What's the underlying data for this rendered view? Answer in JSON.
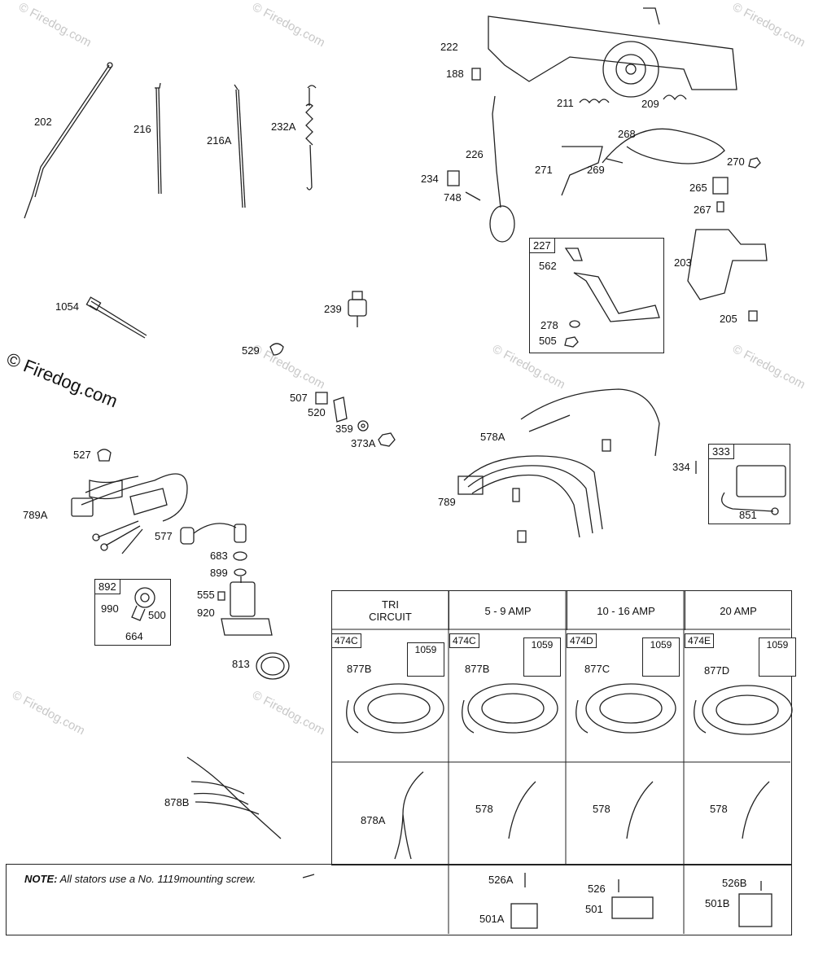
{
  "watermark": {
    "small": "© Firedog.com",
    "large": "© Firedog.com"
  },
  "parts": {
    "p202": "202",
    "p216": "216",
    "p216A": "216A",
    "p232A": "232A",
    "p1054": "1054",
    "p239": "239",
    "p529": "529",
    "p507": "507",
    "p520": "520",
    "p359": "359",
    "p373A": "373A",
    "p527": "527",
    "p789A": "789A",
    "p577": "577",
    "p683": "683",
    "p899": "899",
    "p555": "555",
    "p920": "920",
    "p813": "813",
    "p878B": "878B",
    "p892": "892",
    "p990": "990",
    "p500": "500",
    "p664": "664",
    "p222": "222",
    "p188": "188",
    "p211": "211",
    "p209": "209",
    "p226": "226",
    "p268": "268",
    "p271": "271",
    "p269": "269",
    "p270": "270",
    "p234": "234",
    "p748": "748",
    "p265": "265",
    "p267": "267",
    "p227": "227",
    "p562": "562",
    "p278": "278",
    "p505": "505",
    "p203": "203",
    "p205": "205",
    "p578A": "578A",
    "p789": "789",
    "p333": "333",
    "p334": "334",
    "p851": "851"
  },
  "table": {
    "headers": [
      "TRI\nCIRCUIT",
      "5 - 9 AMP",
      "10 - 16 AMP",
      "20 AMP"
    ],
    "stator_kits": [
      "474C",
      "474C",
      "474D",
      "474E"
    ],
    "screw_kit": "1059",
    "stator_leads": [
      "877B",
      "877B",
      "877C",
      "877D"
    ],
    "wires": [
      "878A",
      "578",
      "578",
      "578"
    ]
  },
  "note": {
    "label": "NOTE:",
    "text": " All stators use a No. 1119mounting screw."
  },
  "regulators": {
    "r526A": "526A",
    "r501A": "501A",
    "r526": "526",
    "r501": "501",
    "r526B": "526B",
    "r501B": "501B"
  }
}
